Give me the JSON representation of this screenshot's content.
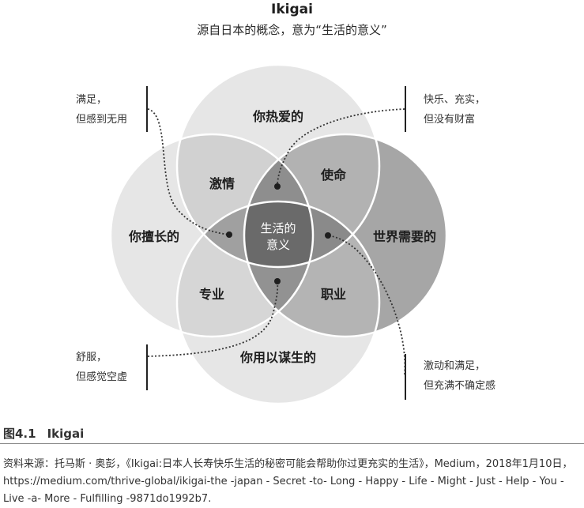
{
  "header": {
    "title": "Ikigai",
    "subtitle": "源自日本的概念，意为“生活的意义”"
  },
  "circles": {
    "top": "你热爱的",
    "left": "你擅长的",
    "right": "世界需要的",
    "bottom": "你用以谋生的"
  },
  "overlaps": {
    "passion": "激情",
    "mission": "使命",
    "profession": "专业",
    "vocation": "职业",
    "center_line1": "生活的",
    "center_line2": "意义"
  },
  "notes": {
    "top_left": {
      "line1": "满足，",
      "line2": "但感到无用"
    },
    "top_right": {
      "line1": "快乐、充实，",
      "line2": "但没有财富"
    },
    "bottom_left": {
      "line1": "舒服，",
      "line2": "但感觉空虚"
    },
    "bottom_right": {
      "line1": "激动和满足，",
      "line2": "但充满不确定感"
    }
  },
  "caption": {
    "label": "图4.1",
    "text": "Ikigai"
  },
  "source": "资料来源：托马斯 · 奥彭，《Ikigai:日本人长寿快乐生活的秘密可能会帮助你过更充实的生活》，Medium，2018年1月10日，https://medium.com/thrive-global/ikigai-the -japan - Secret -to- Long - Happy - Life - Might - Just - Help - You - Live -a- More - Fulfilling -9871do1992b7."
}
